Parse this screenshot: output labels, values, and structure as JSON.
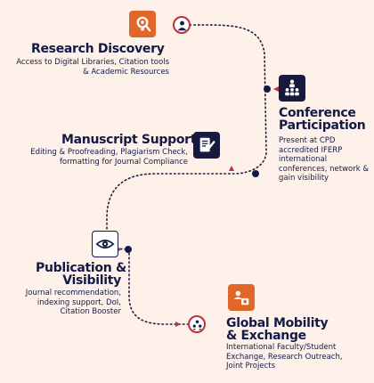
{
  "stages": [
    {
      "title": "Research Discovery",
      "description": "Access to Digital Libraries, Citation tools & Academic Resources",
      "icon": "lightbulb-search-icon"
    },
    {
      "title_lines": [
        "Conference",
        "Participation"
      ],
      "description": "Present at CPD accredited IFERP international conferences, network & gain visibility",
      "icon": "presentation-audience-icon"
    },
    {
      "title": "Manuscript Support",
      "description": "Editing & Proofreading, Plagiarism Check, formatting for Journal Compliance",
      "icon": "document-edit-icon"
    },
    {
      "title_lines": [
        "Publication &",
        "Visibility"
      ],
      "description": "Journal recommendation, indexing support, DoI, Citation Booster",
      "icon": "eye-visibility-icon"
    },
    {
      "title_lines": [
        "Global Mobility",
        "& Exchange"
      ],
      "description": "International Faculty/Student Exchange, Research Outreach, Joint Projects",
      "icon": "global-people-exchange-icon"
    }
  ],
  "colors": {
    "navy": "#141a46",
    "accent_red": "#c0323a",
    "accent_orange": "#e0662a",
    "background": "#fdf1ea"
  }
}
